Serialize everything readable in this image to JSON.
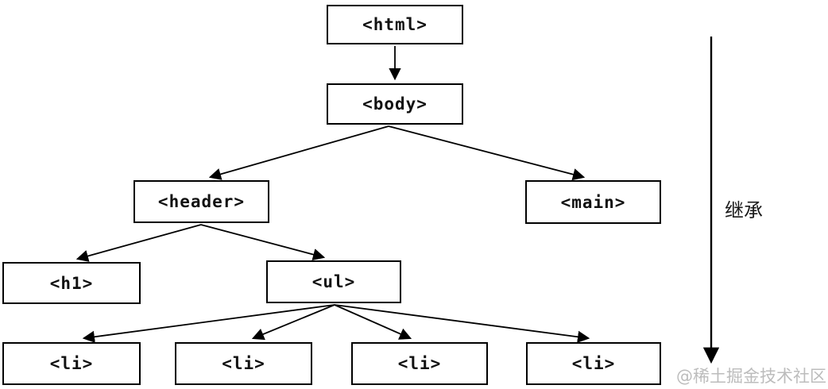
{
  "diagram": {
    "title_implied": "DOM tree",
    "nodes": [
      {
        "id": "html",
        "label": "<html>"
      },
      {
        "id": "body",
        "label": "<body>"
      },
      {
        "id": "header",
        "label": "<header>"
      },
      {
        "id": "main",
        "label": "<main>"
      },
      {
        "id": "h1",
        "label": "<h1>"
      },
      {
        "id": "ul",
        "label": "<ul>"
      },
      {
        "id": "li-1",
        "label": "<li>"
      },
      {
        "id": "li-2",
        "label": "<li>"
      },
      {
        "id": "li-3",
        "label": "<li>"
      },
      {
        "id": "li-4",
        "label": "<li>"
      }
    ],
    "edges": [
      {
        "from": "html",
        "to": "body"
      },
      {
        "from": "body",
        "to": "header"
      },
      {
        "from": "body",
        "to": "main"
      },
      {
        "from": "header",
        "to": "h1"
      },
      {
        "from": "header",
        "to": "ul"
      },
      {
        "from": "ul",
        "to": "li-1"
      },
      {
        "from": "ul",
        "to": "li-2"
      },
      {
        "from": "ul",
        "to": "li-3"
      },
      {
        "from": "ul",
        "to": "li-4"
      }
    ],
    "inheritance_label": "继承",
    "watermark": "@稀土掘金技术社区",
    "colors": {
      "line": "#000000",
      "box_border": "#000000",
      "box_fill": "#ffffff",
      "watermark": "#bcbcbc"
    }
  }
}
